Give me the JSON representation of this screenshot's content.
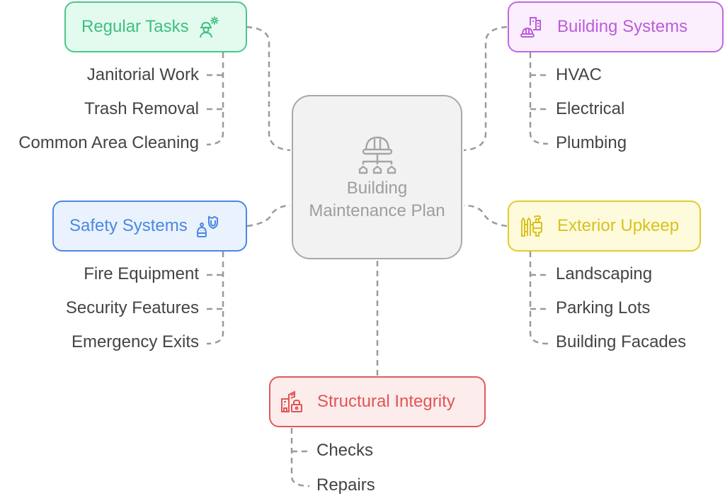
{
  "center": {
    "title": "Building Maintenance Plan",
    "icon": "hardhat-hierarchy-icon",
    "colors": {
      "border": "#a8a8a8",
      "fill": "#f2f2f2",
      "text": "#9e9e9e"
    }
  },
  "branches": [
    {
      "id": "regular-tasks",
      "label": "Regular Tasks",
      "icon": "worker-gear-icon",
      "colors": {
        "border": "#4cc78a",
        "fill": "#e3fbef",
        "text": "#3fbf7f"
      },
      "items": [
        "Janitorial Work",
        "Trash Removal",
        "Common Area Cleaning"
      ]
    },
    {
      "id": "building-systems",
      "label": "Building Systems",
      "icon": "building-hardhat-icon",
      "colors": {
        "border": "#c268e0",
        "fill": "#fbeffd",
        "text": "#bb5cdb"
      },
      "items": [
        "HVAC",
        "Electrical",
        "Plumbing"
      ]
    },
    {
      "id": "safety-systems",
      "label": "Safety Systems",
      "icon": "robot-shield-icon",
      "colors": {
        "border": "#4a88e0",
        "fill": "#eaf2fe",
        "text": "#4a88e0"
      },
      "items": [
        "Fire Equipment",
        "Security Features",
        "Emergency Exits"
      ]
    },
    {
      "id": "exterior-upkeep",
      "label": "Exterior Upkeep",
      "icon": "fence-brush-icon",
      "colors": {
        "border": "#e0cc2a",
        "fill": "#fefadc",
        "text": "#d8c21e"
      },
      "items": [
        "Landscaping",
        "Parking Lots",
        "Building Facades"
      ]
    },
    {
      "id": "structural-integrity",
      "label": "Structural Integrity",
      "icon": "building-lock-icon",
      "colors": {
        "border": "#e05a5a",
        "fill": "#fdecec",
        "text": "#e05555"
      },
      "items": [
        "Checks",
        "Repairs"
      ]
    }
  ],
  "connector_color": "#9a9a9a",
  "leaf_text_color": "#444444"
}
